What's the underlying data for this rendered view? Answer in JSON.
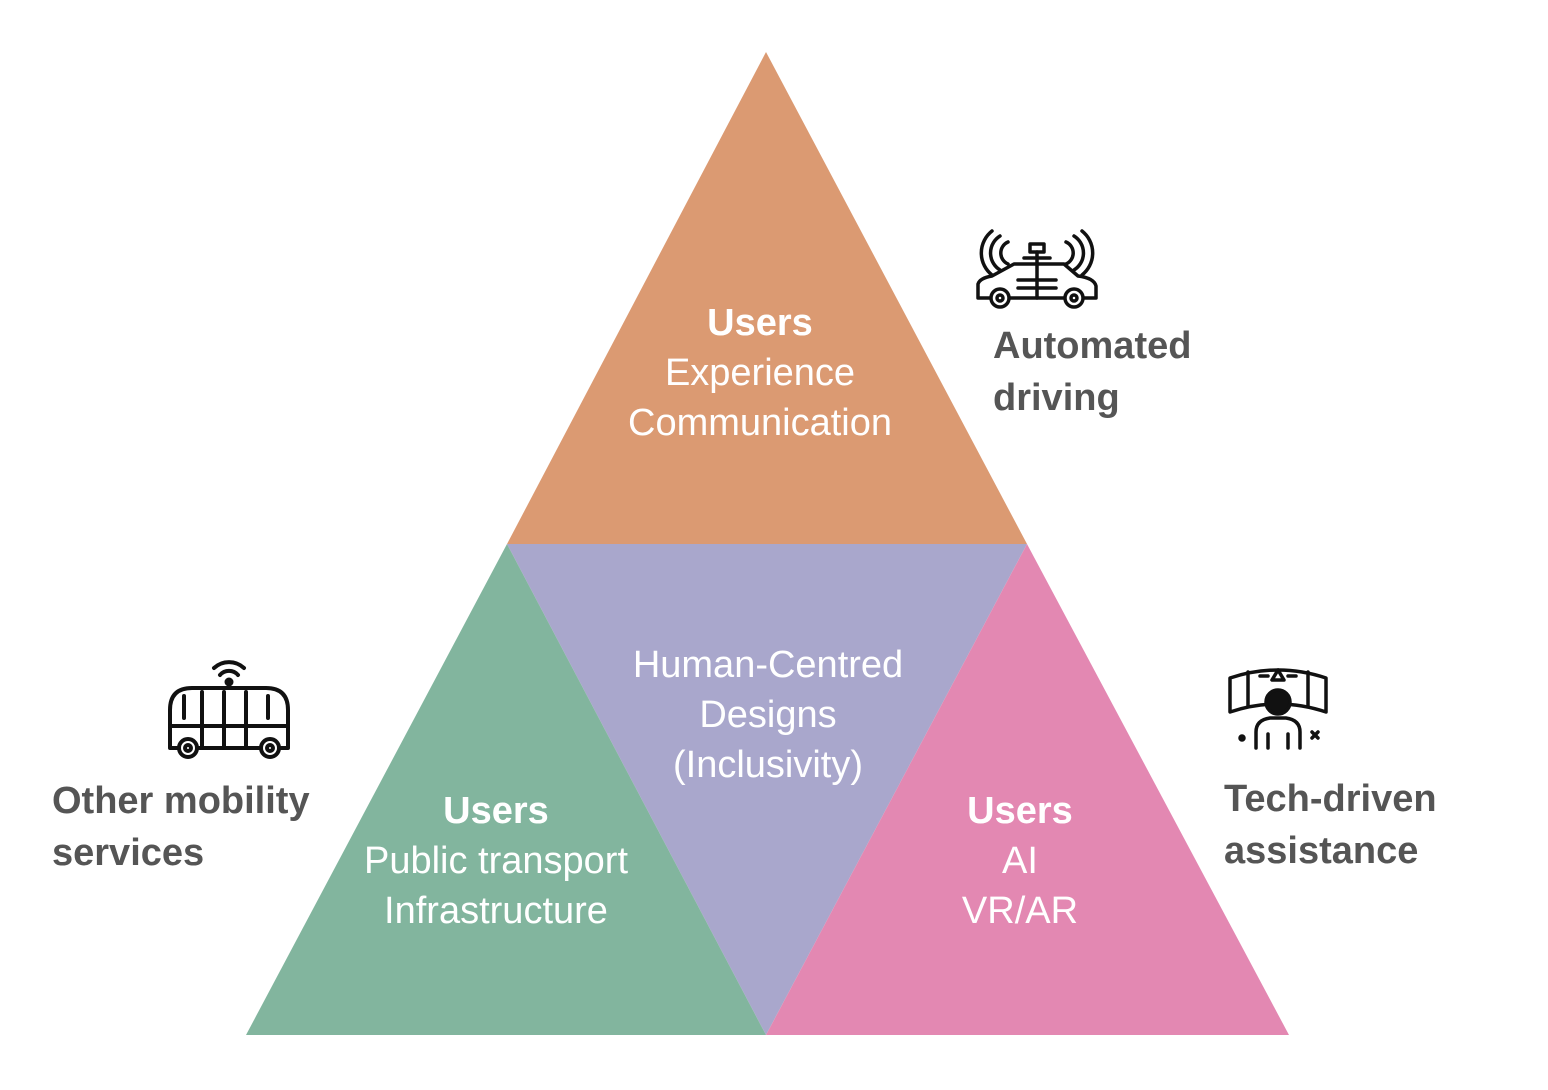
{
  "colors": {
    "top": "#DB9A72",
    "center": "#A9A7CC",
    "left": "#82B59E",
    "right": "#E388B2",
    "text_on_shape": "#ffffff",
    "side_label": "#555555",
    "icon_stroke": "#111111"
  },
  "triangles": {
    "top": {
      "heading": "Users",
      "line1": "Experience",
      "line2": "Communication"
    },
    "center": {
      "line1": "Human-Centred",
      "line2": "Designs",
      "line3": "(Inclusivity)"
    },
    "left": {
      "heading": "Users",
      "line1": "Public transport",
      "line2": "Infrastructure"
    },
    "right": {
      "heading": "Users",
      "line1": "AI",
      "line2": "VR/AR"
    }
  },
  "side_labels": {
    "automated": {
      "line1": "Automated",
      "line2": "driving",
      "icon": "autonomous-car-icon"
    },
    "mobility": {
      "line1": "Other mobility",
      "line2": "services",
      "icon": "connected-shuttle-icon"
    },
    "tech": {
      "line1": "Tech-driven",
      "line2": "assistance",
      "icon": "vr-user-icon"
    }
  }
}
